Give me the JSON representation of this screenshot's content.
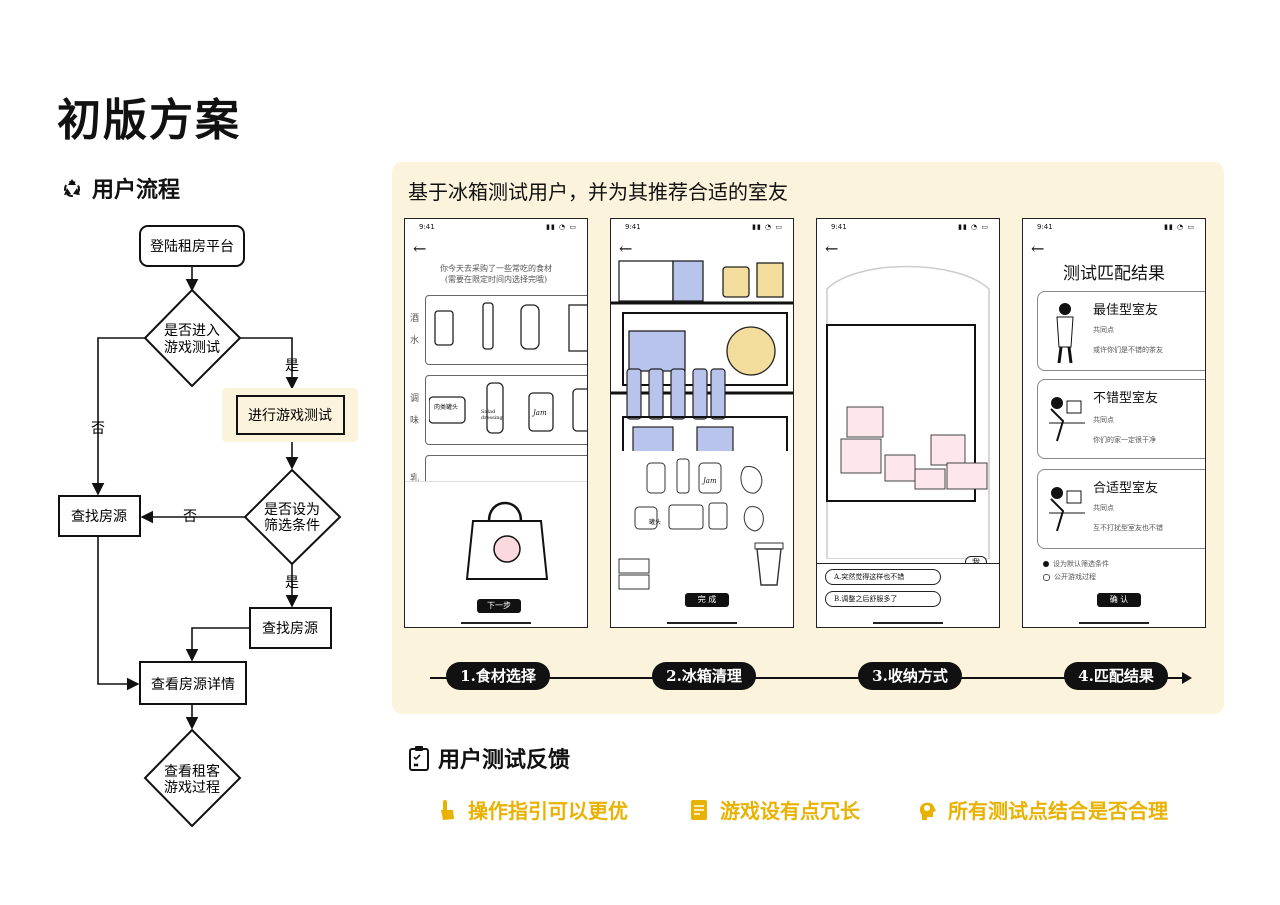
{
  "page_title": "初版方案",
  "user_flow": {
    "title": "用户流程",
    "nodes": {
      "login": "登陆租房平台",
      "enter_game_l1": "是否进入",
      "enter_game_l2": "游戏测试",
      "play_game": "进行游戏测试",
      "set_filter_l1": "是否设为",
      "set_filter_l2": "筛选条件",
      "find_left": "查找房源",
      "find_right": "查找房源",
      "view_detail": "查看房源详情",
      "view_game_l1": "查看租客",
      "view_game_l2": "游戏过程"
    },
    "edges": {
      "yes1": "是",
      "no1": "否",
      "no2": "否",
      "yes2": "是"
    }
  },
  "panel": {
    "title": "基于冰箱测试用户，并为其推荐合适的室友",
    "status_time": "9:41",
    "status_icons": "▮▮ ◔ ▭",
    "back_arrow": "←",
    "screen1": {
      "prompt_l1": "你今天去采购了一些常吃的食材",
      "prompt_l2": "(需要在限定时间内选择完哦)",
      "cat_drinks_1": "酒",
      "cat_drinks_2": "水",
      "cat_season_1": "调",
      "cat_season_2": "味",
      "cat_milk_1": "乳",
      "can_label": "肉类罐头",
      "salad_label": "Salad dressing",
      "jam_label": "Jam",
      "next_button": "下一步"
    },
    "screen2": {
      "jar_label": "罐头",
      "jam_label": "Jam",
      "done_button": "完 成"
    },
    "screen3": {
      "me_tag": "我",
      "option_a": "A.突然觉得这样也不错",
      "option_b": "B.调整之后舒服多了"
    },
    "screen4": {
      "title": "测试匹配结果",
      "best_title": "最佳型室友",
      "best_common": "共同点",
      "best_desc": "或许你们是不错的茶友",
      "good_title": "不错型室友",
      "good_common": "共同点",
      "good_desc": "你们的家一定很干净",
      "fit_title": "合适型室友",
      "fit_common": "共同点",
      "fit_desc": "互不打扰型室友也不错",
      "opt_default": "设为默认筛选条件",
      "opt_public": "公开游戏过程",
      "confirm_button": "确 认"
    }
  },
  "steps": [
    "1.食材选择",
    "2.冰箱清理",
    "3.收纳方式",
    "4.匹配结果"
  ],
  "feedback": {
    "title": "用户测试反馈",
    "items": [
      "操作指引可以更优",
      "游戏设有点冗长",
      "所有测试点结合是否合理"
    ]
  },
  "colors": {
    "panel_bg": "#fbf3dc",
    "accent": "#e9b100",
    "highlight_node": "#fbf3dc",
    "item_blue": "#b8c4ec"
  },
  "icons": [
    "recycle-icon",
    "clipboard-icon",
    "hand-pointer-icon",
    "document-icon",
    "head-bulb-icon"
  ]
}
